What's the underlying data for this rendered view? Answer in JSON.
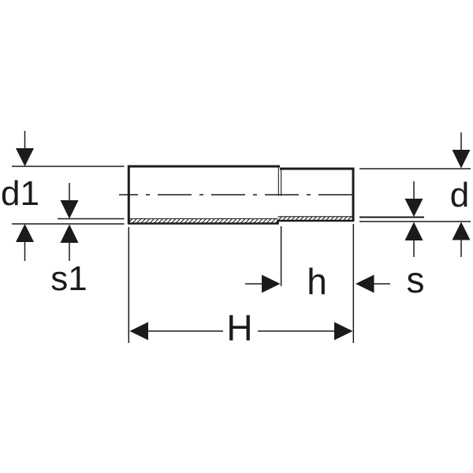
{
  "diagram": {
    "type": "technical-dimension-drawing",
    "subject": "pipe reducer fitting, half-section side view with dimension arrows",
    "labels": {
      "d1": "d1",
      "s1": "s1",
      "d": "d",
      "s": "s",
      "h": "h",
      "H": "H"
    }
  },
  "colors": {
    "line": "#1b1b1b",
    "background": "#ffffff"
  }
}
